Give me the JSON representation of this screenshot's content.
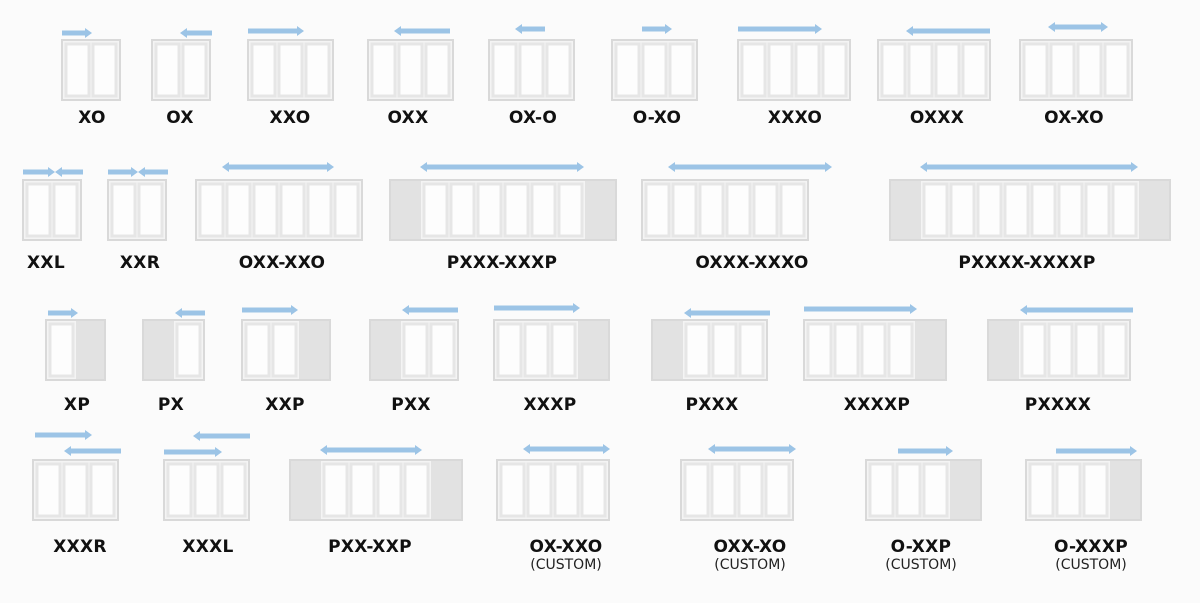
{
  "colors": {
    "background": "#fbfbfb",
    "frame": "#e6e6e6",
    "frame_stroke": "#d9d9d9",
    "fixed_panel": "#e2e2e2",
    "arrow": "#9cc4e6",
    "label": "#111111"
  },
  "configs": [
    {
      "label": "XO"
    },
    {
      "label": "OX"
    },
    {
      "label": "XXO"
    },
    {
      "label": "OXX"
    },
    {
      "label": "OX-O"
    },
    {
      "label": "O-XO"
    },
    {
      "label": "XXXO"
    },
    {
      "label": "OXXX"
    },
    {
      "label": "OX-XO"
    },
    {
      "label": "XXL"
    },
    {
      "label": "XXR"
    },
    {
      "label": "OXX-XXO"
    },
    {
      "label": "PXXX-XXXP"
    },
    {
      "label": "OXXX-XXXO"
    },
    {
      "label": "PXXXX-XXXXP"
    },
    {
      "label": "XP"
    },
    {
      "label": "PX"
    },
    {
      "label": "XXP"
    },
    {
      "label": "PXX"
    },
    {
      "label": "XXXP"
    },
    {
      "label": "PXXX"
    },
    {
      "label": "XXXXP"
    },
    {
      "label": "PXXXX"
    },
    {
      "label": "XXXR"
    },
    {
      "label": "XXXL"
    },
    {
      "label": "PXX-XXP"
    },
    {
      "label": "OX-XXO",
      "note": "(CUSTOM)"
    },
    {
      "label": "OXX-XO",
      "note": "(CUSTOM)"
    },
    {
      "label": "O-XXP",
      "note": "(CUSTOM)"
    },
    {
      "label": "O-XXXP",
      "note": "(CUSTOM)"
    }
  ]
}
